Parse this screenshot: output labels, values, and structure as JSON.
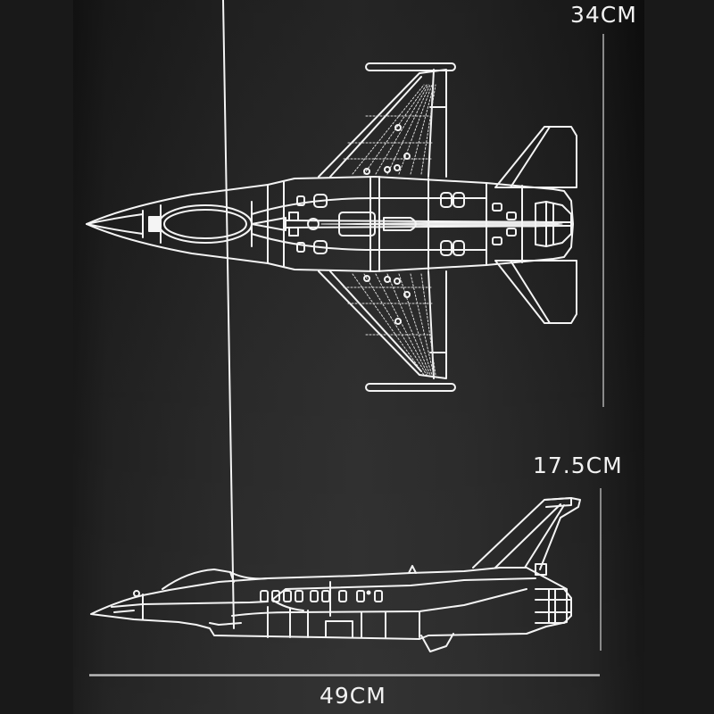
{
  "dimensions": {
    "wingspan_label": "34CM",
    "height_label": "17.5CM",
    "length_label": "49CM"
  },
  "views": [
    {
      "name": "top-view",
      "subject": "fighter jet blueprint (top)"
    },
    {
      "name": "side-view",
      "subject": "fighter jet blueprint (side)"
    }
  ],
  "colors": {
    "background": "#191919",
    "panel_center": "#2b2b2b",
    "line": "#f4f4f4",
    "dimension_line": "#8a8a8a"
  }
}
